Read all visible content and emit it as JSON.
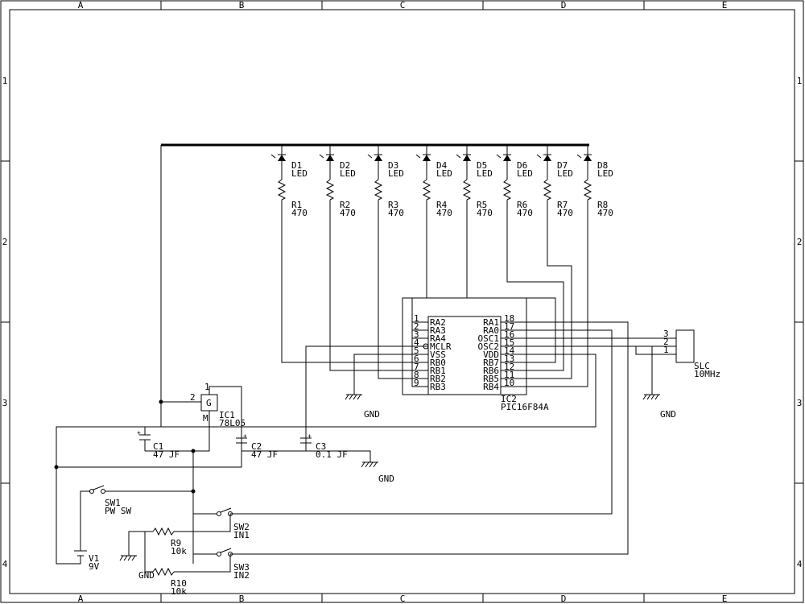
{
  "frame": {
    "columns": [
      "A",
      "B",
      "C",
      "D",
      "E"
    ],
    "rows": [
      "1",
      "2",
      "3",
      "4"
    ]
  },
  "leds": [
    {
      "ref": "D1",
      "value": "LED"
    },
    {
      "ref": "D2",
      "value": "LED"
    },
    {
      "ref": "D3",
      "value": "LED"
    },
    {
      "ref": "D4",
      "value": "LED"
    },
    {
      "ref": "D5",
      "value": "LED"
    },
    {
      "ref": "D6",
      "value": "LED"
    },
    {
      "ref": "D7",
      "value": "LED"
    },
    {
      "ref": "D8",
      "value": "LED"
    }
  ],
  "resistors": [
    {
      "ref": "R1",
      "value": "470"
    },
    {
      "ref": "R2",
      "value": "470"
    },
    {
      "ref": "R3",
      "value": "470"
    },
    {
      "ref": "R4",
      "value": "470"
    },
    {
      "ref": "R5",
      "value": "470"
    },
    {
      "ref": "R6",
      "value": "470"
    },
    {
      "ref": "R7",
      "value": "470"
    },
    {
      "ref": "R8",
      "value": "470"
    }
  ],
  "ic2": {
    "ref": "IC2",
    "part": "PIC16F84A",
    "left_pins": [
      {
        "num": "1",
        "name": "RA2"
      },
      {
        "num": "2",
        "name": "RA3"
      },
      {
        "num": "3",
        "name": "RA4"
      },
      {
        "num": "4",
        "name": "MCLR"
      },
      {
        "num": "5",
        "name": "VSS"
      },
      {
        "num": "6",
        "name": "RB0"
      },
      {
        "num": "7",
        "name": "RB1"
      },
      {
        "num": "8",
        "name": "RB2"
      },
      {
        "num": "9",
        "name": "RB3"
      }
    ],
    "right_pins": [
      {
        "num": "18",
        "name": "RA1"
      },
      {
        "num": "17",
        "name": "RA0"
      },
      {
        "num": "16",
        "name": "OSC1"
      },
      {
        "num": "15",
        "name": "OSC2"
      },
      {
        "num": "14",
        "name": "VDD"
      },
      {
        "num": "13",
        "name": "RB7"
      },
      {
        "num": "12",
        "name": "RB6"
      },
      {
        "num": "11",
        "name": "RB5"
      },
      {
        "num": "10",
        "name": "RB4"
      }
    ]
  },
  "ic1": {
    "ref": "IC1",
    "part": "78L05",
    "pin_g": "G",
    "pin_in": "2",
    "pin_out": "1",
    "pin_m": "M"
  },
  "slc": {
    "ref": "SLC",
    "value": "10MHz",
    "pins": [
      "3",
      "2",
      "1"
    ]
  },
  "caps": [
    {
      "ref": "C1",
      "value": "47 JF"
    },
    {
      "ref": "C2",
      "value": "47 JF"
    },
    {
      "ref": "C3",
      "value": "0.1 JF"
    }
  ],
  "switches": [
    {
      "ref": "SW1",
      "value": "PW SW"
    },
    {
      "ref": "SW2",
      "value": "IN1"
    },
    {
      "ref": "SW3",
      "value": "IN2"
    }
  ],
  "pulldowns": [
    {
      "ref": "R9",
      "value": "10k"
    },
    {
      "ref": "R10",
      "value": "10k"
    }
  ],
  "battery": {
    "ref": "V1",
    "value": "9V"
  },
  "gnd_label": "GND"
}
